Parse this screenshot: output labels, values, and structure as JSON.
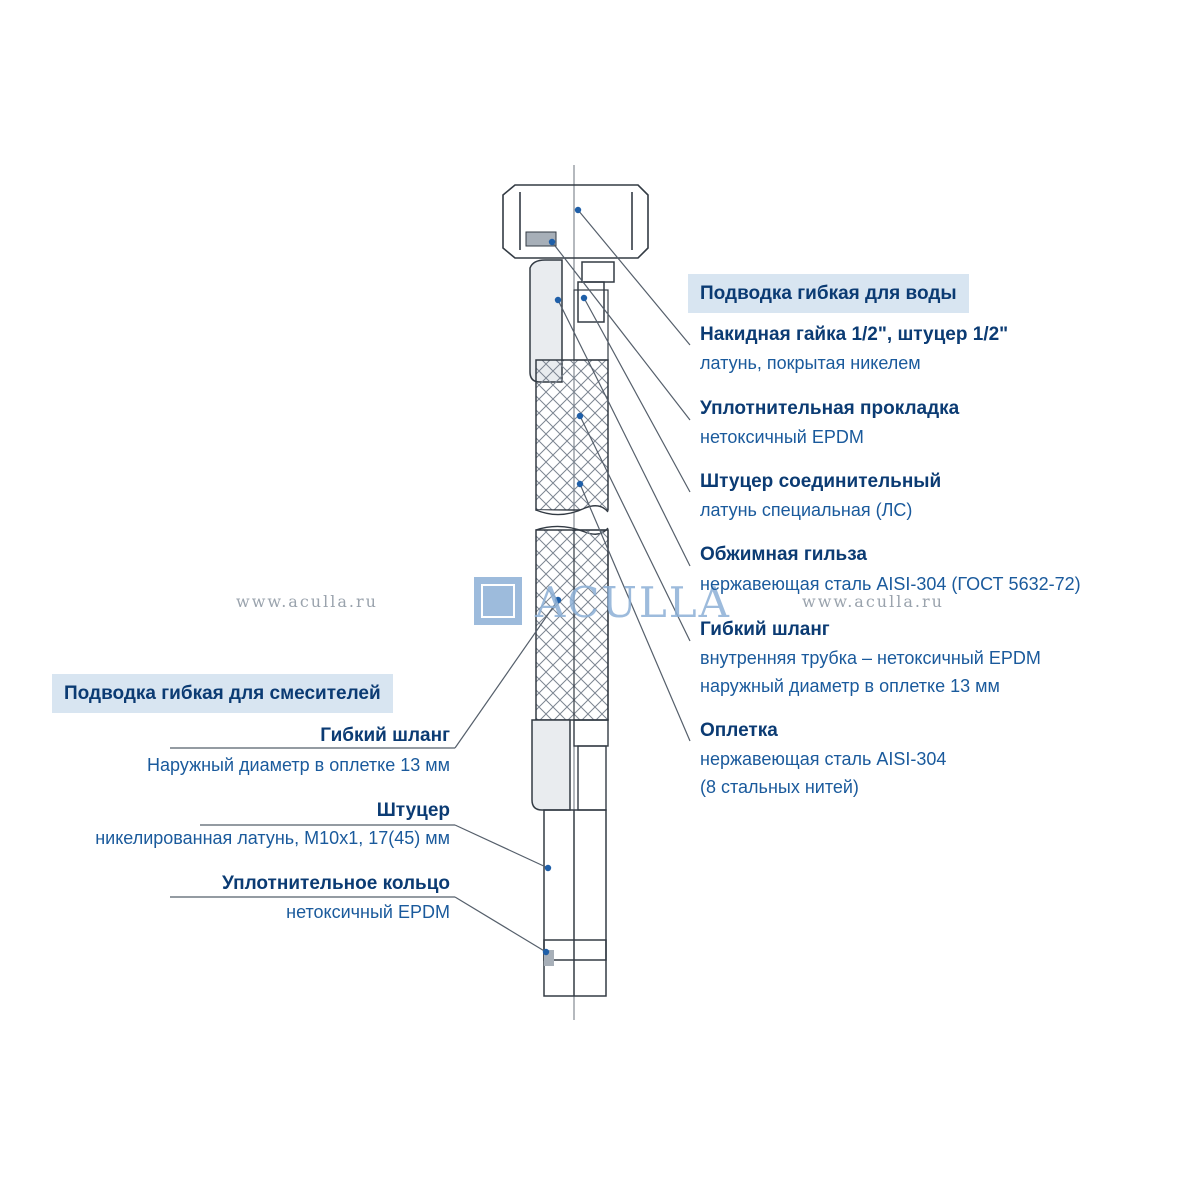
{
  "watermark": {
    "site_left": "www.aculla.ru",
    "site_right": "www.aculla.ru",
    "logo": "ACULLA"
  },
  "water_hose": {
    "heading": "Подводка гибкая для воды",
    "items": [
      {
        "title": "Накидная гайка 1/2\", штуцер 1/2\"",
        "lines": [
          "латунь, покрытая никелем"
        ]
      },
      {
        "title": "Уплотнительная прокладка",
        "lines": [
          "нетоксичный EPDM"
        ]
      },
      {
        "title": "Штуцер соединительный",
        "lines": [
          "латунь специальная (ЛС)"
        ]
      },
      {
        "title": "Обжимная гильза",
        "lines": [
          "нержавеющая сталь AISI-304 (ГОСТ 5632-72)"
        ]
      },
      {
        "title": "Гибкий шланг",
        "lines": [
          "внутренняя трубка – нетоксичный EPDM",
          "наружный диаметр в оплетке 13 мм"
        ]
      },
      {
        "title": "Оплетка",
        "lines": [
          "нержавеющая сталь AISI-304",
          "(8 стальных нитей)"
        ]
      }
    ]
  },
  "mixer_hose": {
    "heading": "Подводка гибкая для смесителей",
    "items": [
      {
        "title": "Гибкий шланг",
        "lines": [
          "Наружный диаметр в оплетке 13 мм"
        ]
      },
      {
        "title": "Штуцер",
        "lines": [
          "никелированная латунь, M10x1, 17(45) мм"
        ]
      },
      {
        "title": "Уплотнительное кольцо",
        "lines": [
          "нетоксичный EPDM"
        ]
      }
    ]
  },
  "colors": {
    "title": "#0b3b73",
    "text": "#1a5a9c",
    "heading_bg": "#d8e5f1",
    "line": "#555f6b",
    "dot": "#1f5fa8"
  }
}
